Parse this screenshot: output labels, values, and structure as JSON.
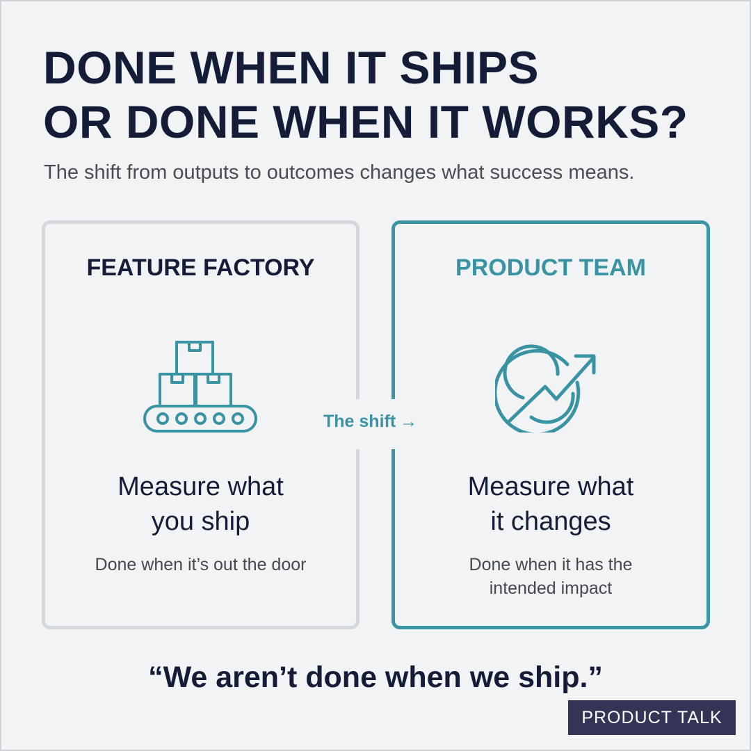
{
  "header": {
    "title_lines": [
      "DONE WHEN IT SHIPS",
      "OR DONE WHEN IT WORKS?"
    ],
    "subtitle": "The shift from outputs to outcomes changes what success means."
  },
  "cards": [
    {
      "heading": "FEATURE FACTORY",
      "icon": "conveyor-belt-boxes-icon",
      "main_lines": [
        "Measure what",
        "you ship"
      ],
      "sub_lines": [
        "Done when it’s out the door"
      ],
      "border_color": "#d4d7db"
    },
    {
      "heading": "PRODUCT TEAM",
      "icon": "target-growth-arrow-icon",
      "main_lines": [
        "Measure what",
        "it changes"
      ],
      "sub_lines": [
        "Done when it has the",
        "intended impact"
      ],
      "border_color": "#3b95a4"
    }
  ],
  "shift": {
    "label": "The shift",
    "arrow": "→"
  },
  "quote": "“We aren’t done when we ship.”",
  "brand": "PRODUCT TALK",
  "colors": {
    "navy": "#151c38",
    "teal": "#3a93a2",
    "brand_bg": "#343556",
    "background": "#f1f3f5"
  }
}
